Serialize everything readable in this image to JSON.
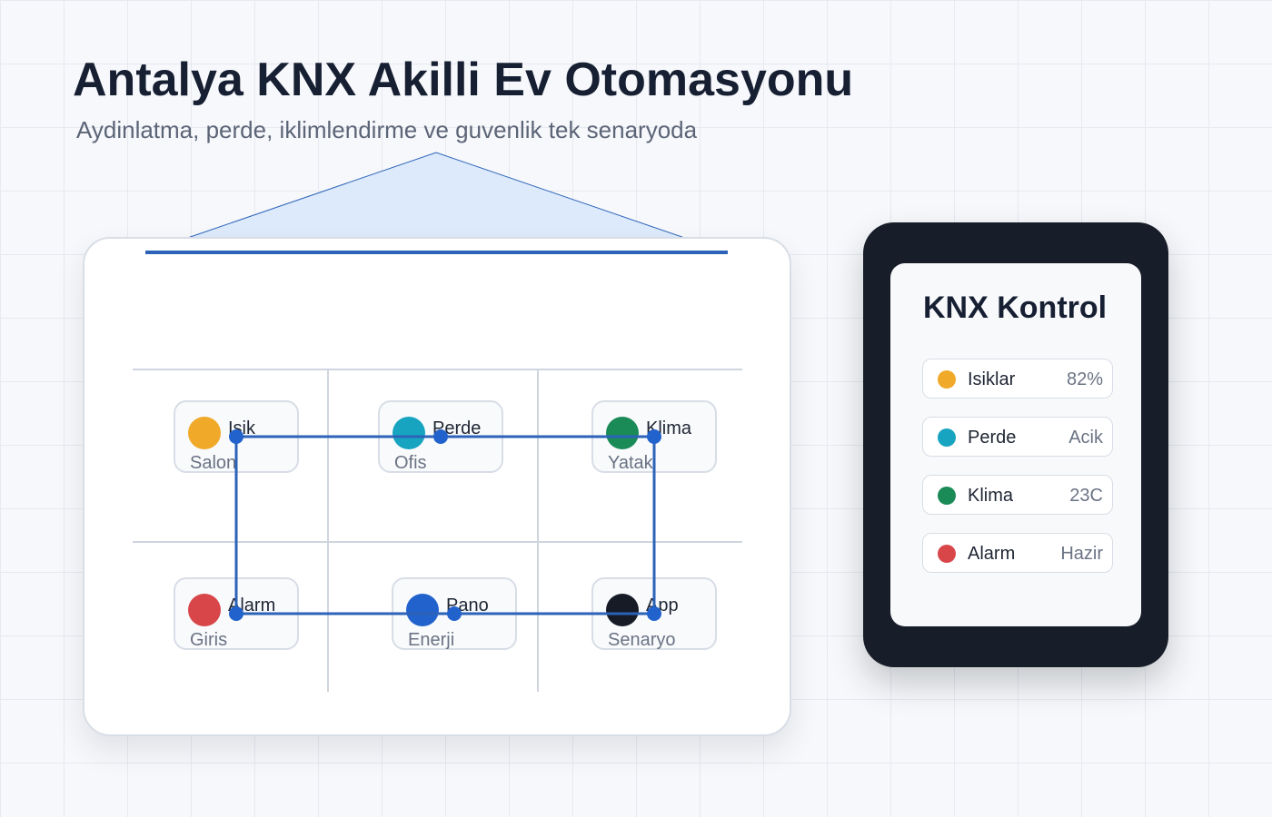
{
  "header": {
    "title": "Antalya KNX Akilli Ev Otomasyonu",
    "subtitle": "Aydinlatma, perde, iklimlendirme ve guvenlik tek senaryoda"
  },
  "house": {
    "devices": [
      {
        "name": "Isik",
        "room": "Salon",
        "color": "#f0a928"
      },
      {
        "name": "Perde",
        "room": "Ofis",
        "color": "#16a4c0"
      },
      {
        "name": "Klima",
        "room": "Yatak",
        "color": "#1a8a57"
      },
      {
        "name": "Alarm",
        "room": "Giris",
        "color": "#d8464a"
      },
      {
        "name": "Pano",
        "room": "Enerji",
        "color": "#2262cc"
      },
      {
        "name": "App",
        "room": "Senaryo",
        "color": "#161b26"
      }
    ],
    "colors": {
      "roof_fill": "#dceafc",
      "roof_stroke": "#2c63b8",
      "floor_line": "#2c63b8",
      "wiring": "#2c63b8",
      "room_divider": "#cfd5de"
    }
  },
  "control_panel": {
    "title": "KNX Kontrol",
    "rows": [
      {
        "label": "Isiklar",
        "value": "82%",
        "color": "#f0a928"
      },
      {
        "label": "Perde",
        "value": "Acik",
        "color": "#16a4c0"
      },
      {
        "label": "Klima",
        "value": "23C",
        "color": "#1a8a57"
      },
      {
        "label": "Alarm",
        "value": "Hazir",
        "color": "#d8464a"
      }
    ]
  }
}
